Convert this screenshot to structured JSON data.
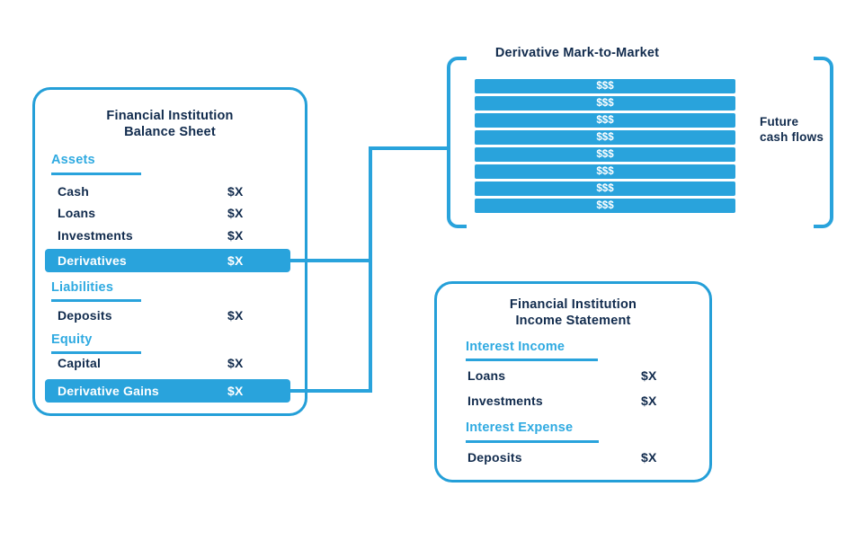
{
  "diagram": {
    "balance_sheet": {
      "title_line1": "Financial Institution",
      "title_line2": "Balance Sheet",
      "sections": [
        {
          "header": "Assets",
          "rows": [
            {
              "label": "Cash",
              "value": "$X",
              "highlighted": false
            },
            {
              "label": "Loans",
              "value": "$X",
              "highlighted": false
            },
            {
              "label": "Investments",
              "value": "$X",
              "highlighted": false
            },
            {
              "label": "Derivatives",
              "value": "$X",
              "highlighted": true
            }
          ]
        },
        {
          "header": "Liabilities",
          "rows": [
            {
              "label": "Deposits",
              "value": "$X",
              "highlighted": false
            }
          ]
        },
        {
          "header": "Equity",
          "rows": [
            {
              "label": "Capital",
              "value": "$X",
              "highlighted": false
            },
            {
              "label": "Derivative Gains",
              "value": "$X",
              "highlighted": true
            }
          ]
        }
      ]
    },
    "mark_to_market": {
      "title": "Derivative Mark-to-Market",
      "bars": [
        "$$$",
        "$$$",
        "$$$",
        "$$$",
        "$$$",
        "$$$",
        "$$$",
        "$$$"
      ],
      "side_label_line1": "Future",
      "side_label_line2": "cash flows"
    },
    "income_statement": {
      "title_line1": "Financial Institution",
      "title_line2": "Income Statement",
      "sections": [
        {
          "header": "Interest Income",
          "rows": [
            {
              "label": "Loans",
              "value": "$X"
            },
            {
              "label": "Investments",
              "value": "$X"
            }
          ]
        },
        {
          "header": "Interest Expense",
          "rows": [
            {
              "label": "Deposits",
              "value": "$X"
            }
          ]
        }
      ]
    }
  },
  "colors": {
    "blue": "#29A3DC",
    "border_blue": "#249FD8",
    "header_blue": "#2FAAE1",
    "navy": "#112B4D",
    "bar_text": "#FFFFFF",
    "background": "#FFFFFF"
  }
}
